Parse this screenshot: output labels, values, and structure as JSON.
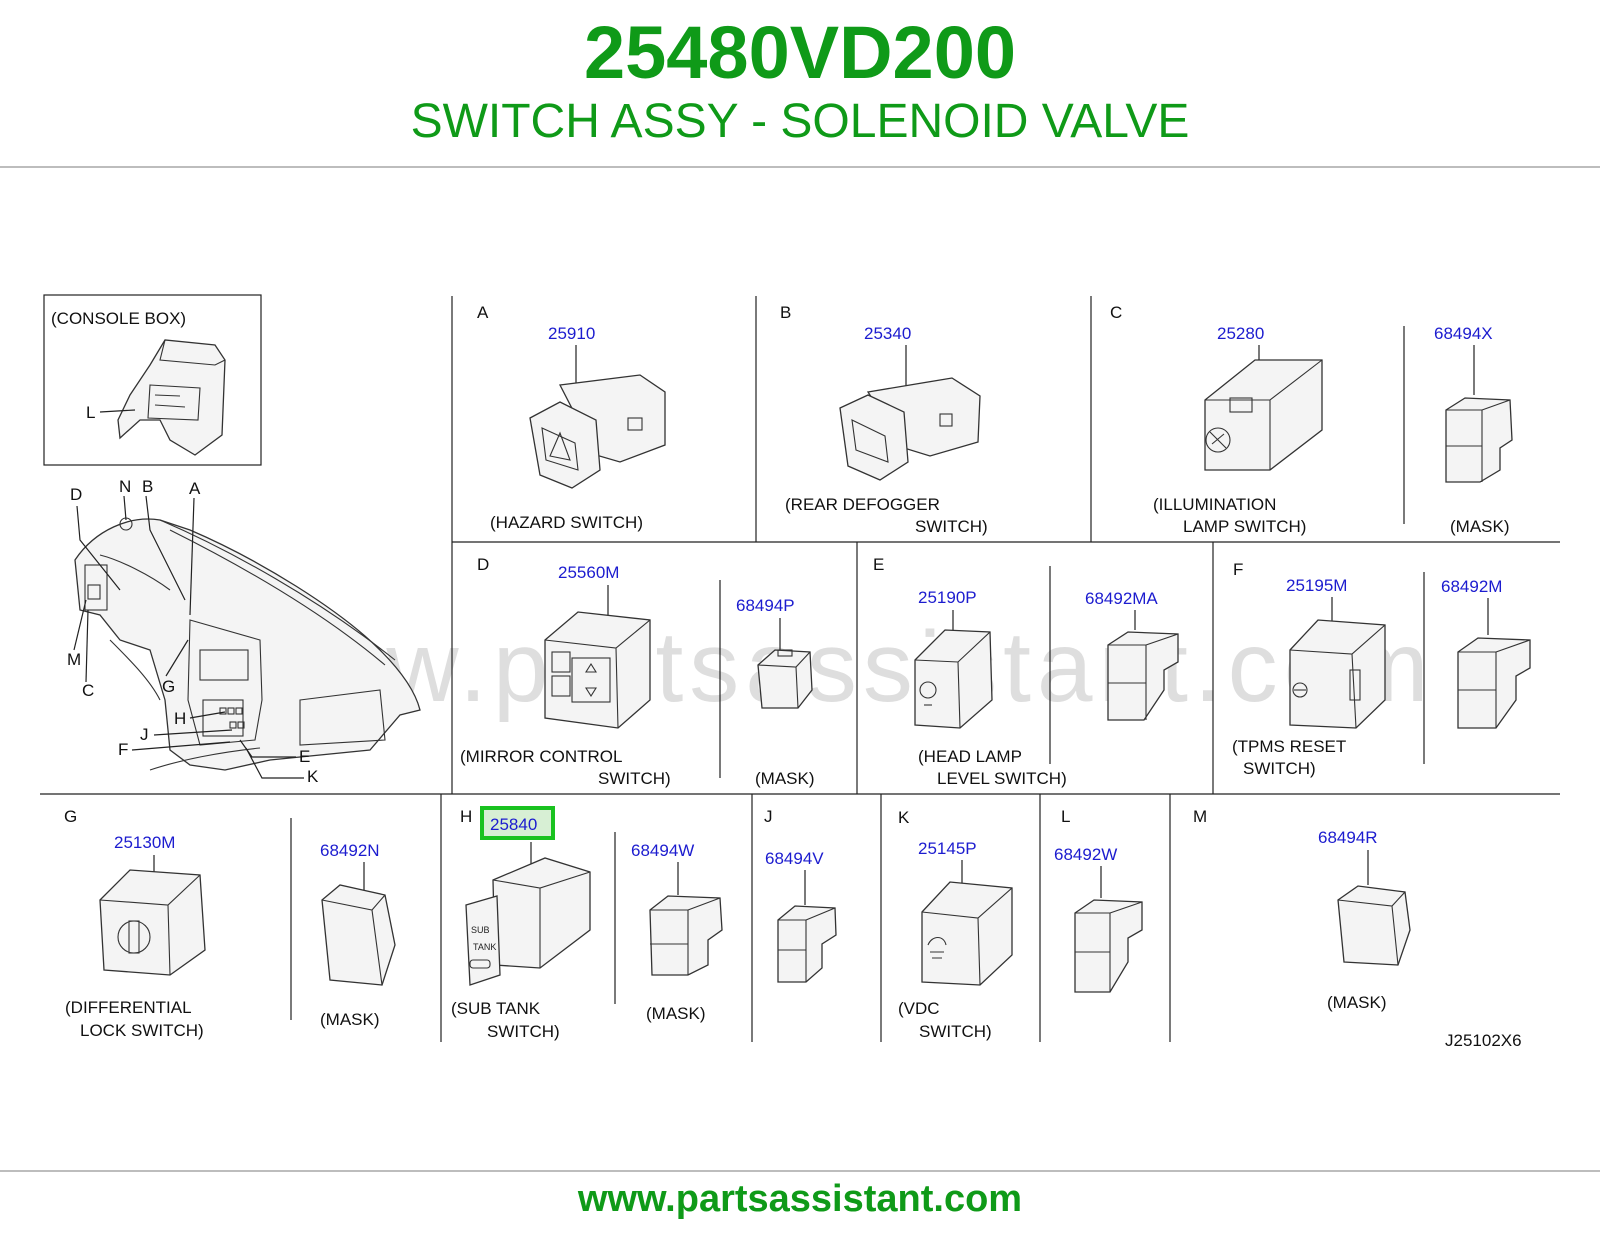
{
  "header": {
    "part_number": "25480VD200",
    "part_name": "SWITCH ASSY - SOLENOID VALVE"
  },
  "watermark": "www.partsassistant.com",
  "footer": {
    "link": "www.partsassistant.com"
  },
  "diagram_code": "J25102X6",
  "overview": {
    "console_caption": "(CONSOLE  BOX)",
    "callouts": [
      "L",
      "D",
      "N",
      "B",
      "A",
      "M",
      "C",
      "G",
      "H",
      "J",
      "F",
      "E",
      "K"
    ]
  },
  "sections": {
    "A": {
      "letter": "A",
      "parts": [
        {
          "number": "25910",
          "caption": [
            "(HAZARD  SWITCH)"
          ]
        }
      ]
    },
    "B": {
      "letter": "B",
      "parts": [
        {
          "number": "25340",
          "caption": [
            "(REAR  DEFOGGER",
            "SWITCH)"
          ]
        }
      ]
    },
    "C": {
      "letter": "C",
      "parts": [
        {
          "number": "25280",
          "caption": [
            "(ILLUMINATION",
            "LAMP  SWITCH)"
          ]
        },
        {
          "number": "68494X",
          "caption": [
            "(MASK)"
          ]
        }
      ]
    },
    "D": {
      "letter": "D",
      "parts": [
        {
          "number": "25560M",
          "caption": [
            "(MIRROR  CONTROL",
            "SWITCH)"
          ]
        },
        {
          "number": "68494P",
          "caption": [
            "(MASK)"
          ]
        }
      ]
    },
    "E": {
      "letter": "E",
      "parts": [
        {
          "number": "25190P",
          "caption": [
            "(HEAD  LAMP",
            "LEVEL  SWITCH)"
          ]
        },
        {
          "number": "68492MA",
          "caption": []
        }
      ]
    },
    "F": {
      "letter": "F",
      "parts": [
        {
          "number": "25195M",
          "caption": [
            "(TPMS  RESET",
            "SWITCH)"
          ]
        },
        {
          "number": "68492M",
          "caption": []
        }
      ]
    },
    "G": {
      "letter": "G",
      "parts": [
        {
          "number": "25130M",
          "caption": [
            "(DIFFERENTIAL",
            "LOCK  SWITCH)"
          ]
        },
        {
          "number": "68492N",
          "caption": [
            "(MASK)"
          ]
        }
      ]
    },
    "H": {
      "letter": "H",
      "parts": [
        {
          "number": "25840",
          "caption": [
            "(SUB  TANK",
            "SWITCH)"
          ],
          "highlighted": true
        },
        {
          "number": "68494W",
          "caption": [
            "(MASK)"
          ]
        }
      ]
    },
    "J": {
      "letter": "J",
      "parts": [
        {
          "number": "68494V",
          "caption": []
        }
      ]
    },
    "K": {
      "letter": "K",
      "parts": [
        {
          "number": "25145P",
          "caption": [
            "(VDC",
            "SWITCH)"
          ]
        }
      ]
    },
    "L": {
      "letter": "L",
      "parts": [
        {
          "number": "68492W",
          "caption": []
        }
      ]
    },
    "M": {
      "letter": "M",
      "parts": [
        {
          "number": "68494R",
          "caption": [
            "(MASK)"
          ]
        }
      ]
    }
  },
  "sub_tank_face": [
    "SUB",
    "TANK"
  ],
  "colors": {
    "brand_green": "#0f9a18",
    "part_number_blue": "#1c1ccf",
    "highlight_green": "#19c21f",
    "highlight_fill": "#d7efd4"
  }
}
